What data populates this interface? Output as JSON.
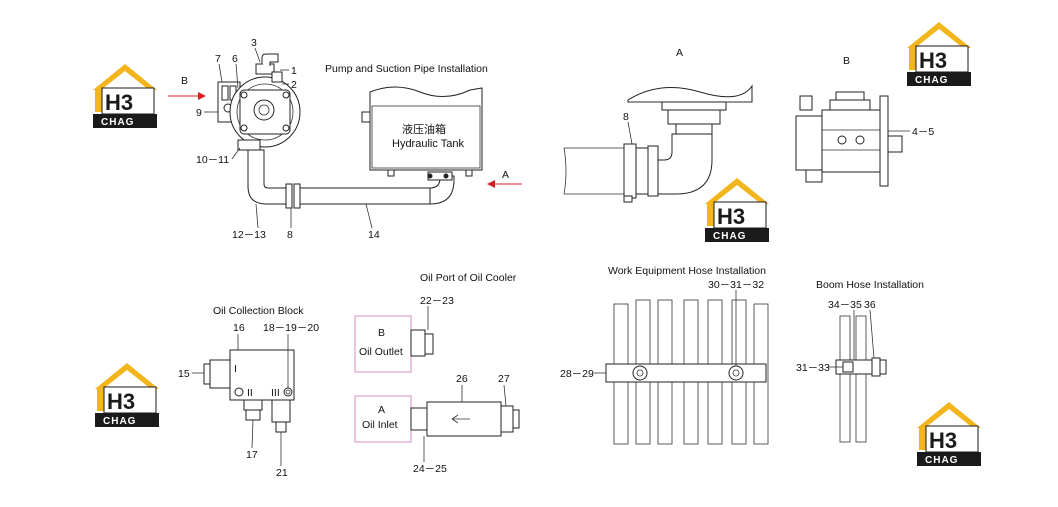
{
  "titles": {
    "pump": "Pump and Suction Pipe Installation",
    "view_a": "A",
    "view_b": "B",
    "oil_cooler": "Oil Port of Oil Cooler",
    "work_equipment": "Work Equipment Hose Installation",
    "boom_hose": "Boom Hose Installation",
    "oil_collection": "Oil Collection Block"
  },
  "tank": {
    "label_cn": "液压油箱",
    "label_en": "Hydraulic Tank"
  },
  "arrows": {
    "b": "B",
    "a": "A"
  },
  "callouts": {
    "c1": "1",
    "c2": "2",
    "c3": "3",
    "c6": "6",
    "c7": "7",
    "c9": "9",
    "c10_11": "10－11",
    "c12_13": "12－13",
    "c8": "8",
    "c14": "14",
    "c8b": "8",
    "c4_5": "4－5",
    "c22_23": "22－23",
    "c26": "26",
    "c27": "27",
    "c24_25": "24－25",
    "c16": "16",
    "c18_20": "18－19－20",
    "c15": "15",
    "c17": "17",
    "c21": "21",
    "c30_32": "30－31－32",
    "c28_29": "28－29",
    "c34_35": "34－35",
    "c36": "36",
    "c31_33": "31－33"
  },
  "cooler_ports": {
    "b_letter": "B",
    "b_name": "Oil Outlet",
    "a_letter": "A",
    "a_name": "Oil Inlet"
  },
  "block_marks": {
    "m1": "I",
    "m2": "II",
    "m3": "III"
  },
  "logo": {
    "mark": "H3",
    "word": "CHAG"
  },
  "colors": {
    "logo_yellow": "#f2b51c",
    "logo_black": "#1a1a1a",
    "arrow_red": "#d62020",
    "port_box_pink": "#d889c8"
  }
}
